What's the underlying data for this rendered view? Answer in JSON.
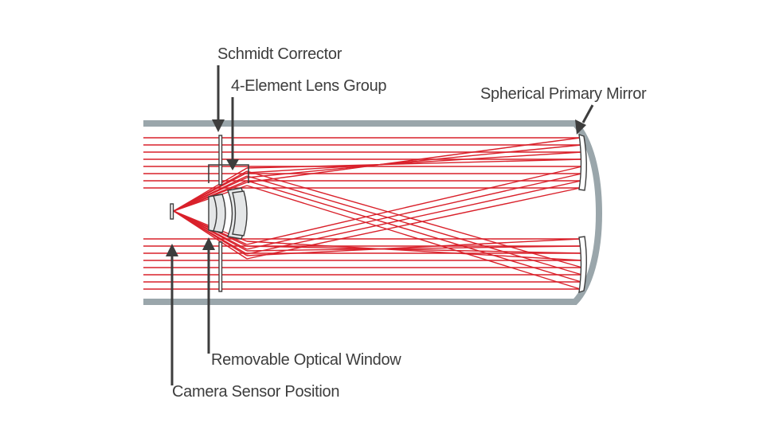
{
  "labels": {
    "schmidt_corrector": "Schmidt Corrector",
    "lens_group": "4-Element Lens Group",
    "primary_mirror": "Spherical Primary Mirror",
    "optical_window": "Removable Optical Window",
    "sensor_position": "Camera Sensor Position"
  },
  "colors": {
    "light_rays": "#d9202a",
    "tube": "#9aa6ab",
    "ink": "#3d3d3d",
    "lens_fill": "#e4e6e7"
  }
}
